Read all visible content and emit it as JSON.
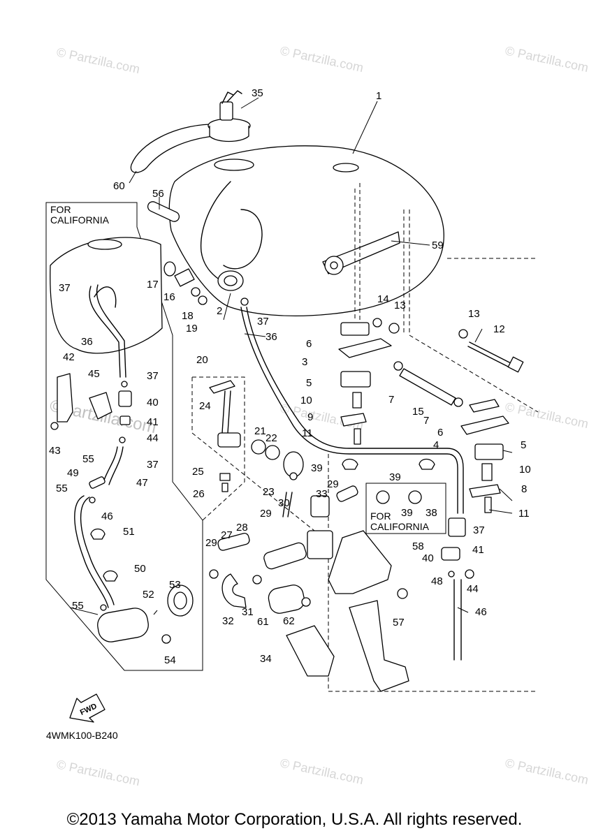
{
  "diagram": {
    "diagram_code": "4WMK100-B240",
    "fwd_label": "FWD",
    "california_labels": [
      "FOR",
      "CALIFORNIA"
    ],
    "inset_california_labels": [
      "FOR",
      "CALIFORNIA"
    ],
    "part_callouts": [
      {
        "id": "p1",
        "text": "1"
      },
      {
        "id": "p2",
        "text": "2"
      },
      {
        "id": "p3",
        "text": "3"
      },
      {
        "id": "p4",
        "text": "4"
      },
      {
        "id": "p5a",
        "text": "5"
      },
      {
        "id": "p5b",
        "text": "5"
      },
      {
        "id": "p6a",
        "text": "6"
      },
      {
        "id": "p6b",
        "text": "6"
      },
      {
        "id": "p7a",
        "text": "7"
      },
      {
        "id": "p7b",
        "text": "7"
      },
      {
        "id": "p8",
        "text": "8"
      },
      {
        "id": "p9",
        "text": "9"
      },
      {
        "id": "p10a",
        "text": "10"
      },
      {
        "id": "p10b",
        "text": "10"
      },
      {
        "id": "p11a",
        "text": "11"
      },
      {
        "id": "p11b",
        "text": "11"
      },
      {
        "id": "p12",
        "text": "12"
      },
      {
        "id": "p13a",
        "text": "13"
      },
      {
        "id": "p13b",
        "text": "13"
      },
      {
        "id": "p14",
        "text": "14"
      },
      {
        "id": "p15",
        "text": "15"
      },
      {
        "id": "p16",
        "text": "16"
      },
      {
        "id": "p17",
        "text": "17"
      },
      {
        "id": "p18",
        "text": "18"
      },
      {
        "id": "p19",
        "text": "19"
      },
      {
        "id": "p20",
        "text": "20"
      },
      {
        "id": "p21",
        "text": "21"
      },
      {
        "id": "p22",
        "text": "22"
      },
      {
        "id": "p23",
        "text": "23"
      },
      {
        "id": "p24",
        "text": "24"
      },
      {
        "id": "p25",
        "text": "25"
      },
      {
        "id": "p26",
        "text": "26"
      },
      {
        "id": "p27",
        "text": "27"
      },
      {
        "id": "p28",
        "text": "28"
      },
      {
        "id": "p29a",
        "text": "29"
      },
      {
        "id": "p29b",
        "text": "29"
      },
      {
        "id": "p29c",
        "text": "29"
      },
      {
        "id": "p30",
        "text": "30"
      },
      {
        "id": "p31",
        "text": "31"
      },
      {
        "id": "p32",
        "text": "32"
      },
      {
        "id": "p33",
        "text": "33"
      },
      {
        "id": "p34",
        "text": "34"
      },
      {
        "id": "p35",
        "text": "35"
      },
      {
        "id": "p36a",
        "text": "36"
      },
      {
        "id": "p36b",
        "text": "36"
      },
      {
        "id": "p37a",
        "text": "37"
      },
      {
        "id": "p37b",
        "text": "37"
      },
      {
        "id": "p37c",
        "text": "37"
      },
      {
        "id": "p37d",
        "text": "37"
      },
      {
        "id": "p37e",
        "text": "37"
      },
      {
        "id": "p38",
        "text": "38"
      },
      {
        "id": "p39a",
        "text": "39"
      },
      {
        "id": "p39b",
        "text": "39"
      },
      {
        "id": "p39c",
        "text": "39"
      },
      {
        "id": "p40a",
        "text": "40"
      },
      {
        "id": "p40b",
        "text": "40"
      },
      {
        "id": "p41a",
        "text": "41"
      },
      {
        "id": "p41b",
        "text": "41"
      },
      {
        "id": "p42",
        "text": "42"
      },
      {
        "id": "p43",
        "text": "43"
      },
      {
        "id": "p44a",
        "text": "44"
      },
      {
        "id": "p44b",
        "text": "44"
      },
      {
        "id": "p45",
        "text": "45"
      },
      {
        "id": "p46a",
        "text": "46"
      },
      {
        "id": "p46b",
        "text": "46"
      },
      {
        "id": "p47",
        "text": "47"
      },
      {
        "id": "p48",
        "text": "48"
      },
      {
        "id": "p49",
        "text": "49"
      },
      {
        "id": "p50",
        "text": "50"
      },
      {
        "id": "p51",
        "text": "51"
      },
      {
        "id": "p52",
        "text": "52"
      },
      {
        "id": "p53",
        "text": "53"
      },
      {
        "id": "p54",
        "text": "54"
      },
      {
        "id": "p55a",
        "text": "55"
      },
      {
        "id": "p55b",
        "text": "55"
      },
      {
        "id": "p55c",
        "text": "55"
      },
      {
        "id": "p56",
        "text": "56"
      },
      {
        "id": "p57",
        "text": "57"
      },
      {
        "id": "p58",
        "text": "58"
      },
      {
        "id": "p59",
        "text": "59"
      },
      {
        "id": "p60",
        "text": "60"
      },
      {
        "id": "p61",
        "text": "61"
      },
      {
        "id": "p62",
        "text": "62"
      }
    ]
  },
  "watermarks": {
    "small": "© Partzilla.com",
    "large": "©Partzilla.com"
  },
  "footer": {
    "copyright": "©2013 Yamaha Motor Corporation, U.S.A. All rights reserved."
  }
}
